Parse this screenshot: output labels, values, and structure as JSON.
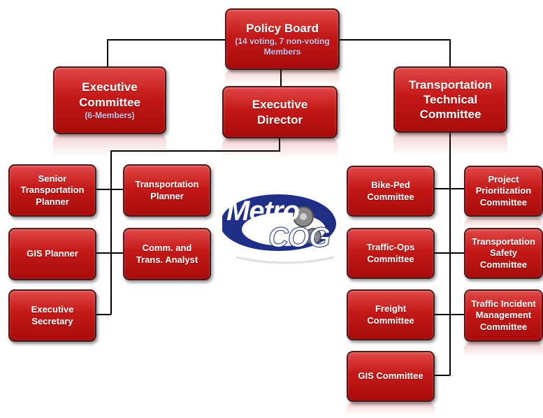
{
  "boxes": {
    "policy_board": {
      "title": "Policy Board",
      "subtitle": "(14 voting, 7 non-voting Members"
    },
    "executive_committee": {
      "title": "Executive Committee",
      "subtitle": "(6-Members)"
    },
    "executive_director": {
      "title": "Executive Director"
    },
    "ttc": {
      "title": "Transportation Technical Committee"
    },
    "senior_planner": {
      "title": "Senior Transportation Planner"
    },
    "transportation_planner": {
      "title": "Transportation Planner"
    },
    "gis_planner": {
      "title": "GIS Planner"
    },
    "comm_analyst": {
      "title": "Comm. and Trans. Analyst"
    },
    "exec_secretary": {
      "title": "Executive Secretary"
    },
    "bike_ped": {
      "title": "Bike-Ped Committee"
    },
    "project_prioritization": {
      "title": "Project Prioritization Committee"
    },
    "traffic_ops": {
      "title": "Traffic-Ops Committee"
    },
    "transportation_safety": {
      "title": "Transportation Safety Committee"
    },
    "freight": {
      "title": "Freight Committee"
    },
    "traffic_incident": {
      "title": "Traffic Incident Management Committee"
    },
    "gis_committee": {
      "title": "GIS Committee"
    }
  },
  "logo": {
    "line1": "Metro",
    "line2": "COG"
  },
  "colors": {
    "box": "#c41818",
    "border": "#4a1a1a",
    "line": "#000000",
    "logo_blue": "#1f2e86"
  }
}
